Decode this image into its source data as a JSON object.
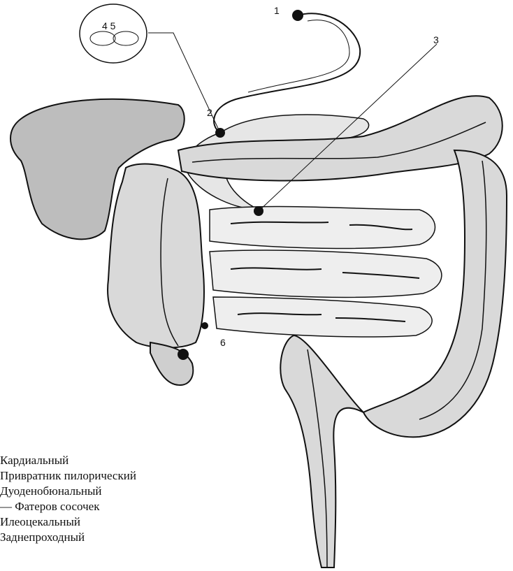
{
  "diagram": {
    "labels": {
      "one": "1",
      "two": "2",
      "three": "3",
      "four_five": "4 5",
      "six": "6"
    }
  },
  "legend": {
    "items": [
      {
        "text": "Кардиальный",
        "bold_tail": ""
      },
      {
        "text": "Привратник пилорический",
        "bold_tail": ""
      },
      {
        "text": "Дуоденобюнальный",
        "bold_tail": ""
      },
      {
        "text": "— Фатеров сосочек",
        "bold_tail": ""
      },
      {
        "text": "Илеоцекальный",
        "bold_tail": ""
      },
      {
        "text": "Заднепроходный",
        "bold_tail": ""
      }
    ]
  },
  "colors": {
    "ink": "#111111",
    "organ_fill": "#bdbdbd",
    "gut_fill": "#d9d9d9"
  }
}
